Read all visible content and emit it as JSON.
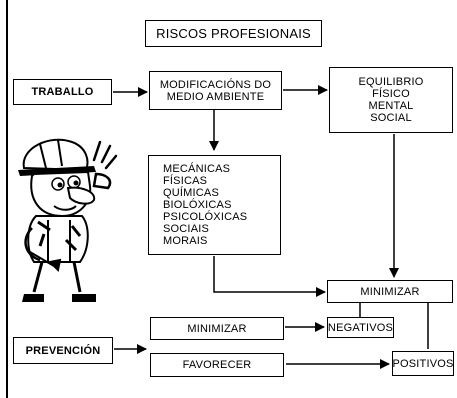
{
  "title": "RISCOS PROFESIONAIS",
  "nodes": {
    "traballo": "TRABALLO",
    "modificacions": [
      "MODIFICACIÓNS DO",
      "MEDIO AMBIENTE"
    ],
    "equilibrio": [
      "EQUILIBRIO",
      "FÍSICO",
      "MENTAL",
      "SOCIAL"
    ],
    "riscos": [
      "MECÁNICAS",
      "FÍSICAS",
      "QUÍMICAS",
      "BIOLÓXICAS",
      "PSICOLÓXICAS",
      "SOCIAIS",
      "MORAIS"
    ],
    "minimizar_top": "MINIMIZAR",
    "prevencion": "PREVENCIÓN",
    "minimizar": "MINIMIZAR",
    "favorecer": "FAVORECER",
    "negativos": "NEGATIVOS",
    "positivos": "POSITIVOS"
  },
  "illustration": "cartoon-worker-icon"
}
